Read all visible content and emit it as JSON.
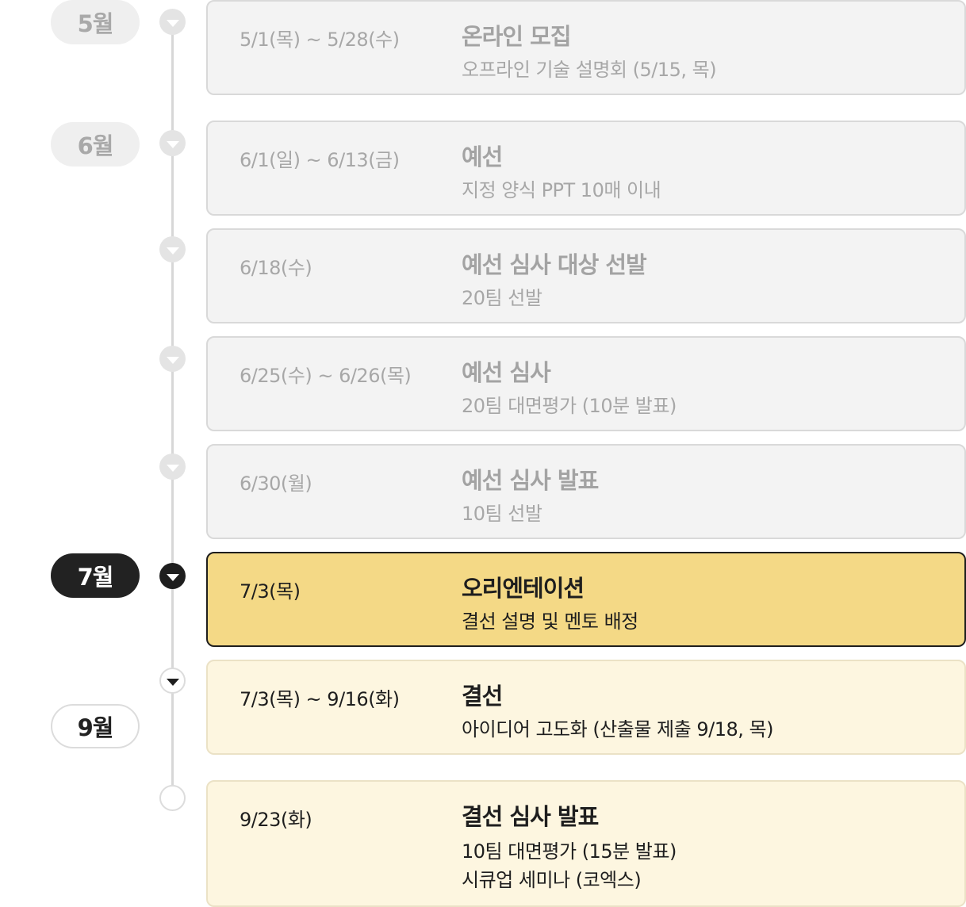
{
  "months": {
    "may": "5월",
    "june": "6월",
    "july": "7월",
    "september": "9월"
  },
  "events": [
    {
      "date": "5/1(목) ~ 5/28(수)",
      "title": "온라인 모집",
      "desc": [
        "오프라인 기술 설명회 (5/15, 목)"
      ],
      "status": "past"
    },
    {
      "date": "6/1(일) ~ 6/13(금)",
      "title": "예선",
      "desc": [
        "지정 양식 PPT 10매 이내"
      ],
      "status": "past"
    },
    {
      "date": "6/18(수)",
      "title": "예선 심사 대상 선발",
      "desc": [
        "20팀 선발"
      ],
      "status": "past"
    },
    {
      "date": "6/25(수) ~ 6/26(목)",
      "title": "예선 심사",
      "desc": [
        "20팀 대면평가 (10분 발표)"
      ],
      "status": "past"
    },
    {
      "date": "6/30(월)",
      "title": "예선 심사 발표",
      "desc": [
        "10팀 선발"
      ],
      "status": "past"
    },
    {
      "date": "7/3(목)",
      "title": "오리엔테이션",
      "desc": [
        "결선 설명 및 멘토 배정"
      ],
      "status": "current"
    },
    {
      "date": "7/3(목) ~ 9/16(화)",
      "title": "결선",
      "desc": [
        "아이디어 고도화 (산출물 제출 9/18, 목)"
      ],
      "status": "future"
    },
    {
      "date": "9/23(화)",
      "title": "결선 심사 발표",
      "desc": [
        "10팀 대면평가 (15분 발표)",
        "시큐업 세미나 (코엑스)"
      ],
      "status": "future"
    }
  ],
  "colors": {
    "past_bg": "#f3f3f3",
    "current_bg": "#f4d986",
    "future_bg": "#fdf6e0",
    "dark": "#1e1e1e"
  }
}
